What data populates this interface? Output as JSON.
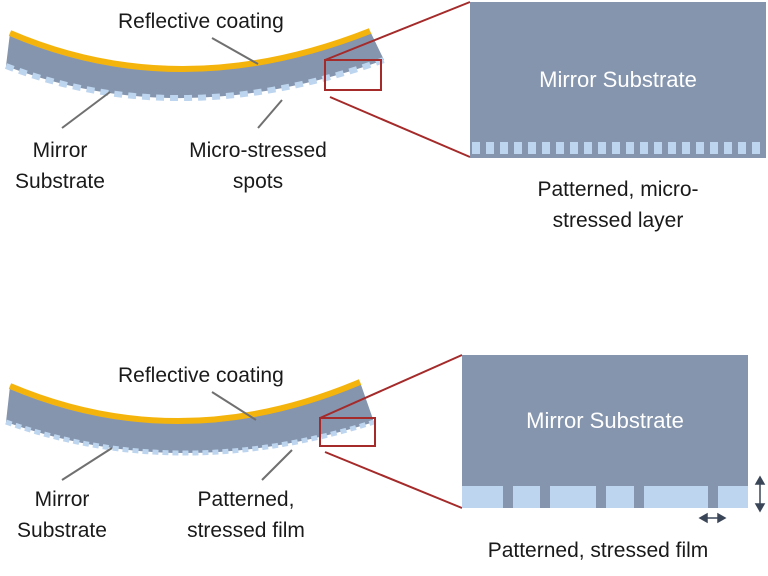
{
  "top_panel": {
    "coating_label": "Reflective coating",
    "substrate_label_line1": "Mirror",
    "substrate_label_line2": "Substrate",
    "spots_label_line1": "Micro-stressed",
    "spots_label_line2": "spots",
    "zoom_title": "Mirror Substrate",
    "zoom_caption_line1": "Patterned, micro-",
    "zoom_caption_line2": "stressed layer"
  },
  "bottom_panel": {
    "coating_label": "Reflective coating",
    "substrate_label_line1": "Mirror",
    "substrate_label_line2": "Substrate",
    "film_label_line1": "Patterned,",
    "film_label_line2": "stressed film",
    "zoom_title": "Mirror Substrate",
    "zoom_caption": "Patterned, stressed film"
  },
  "colors": {
    "substrate": "#8595AE",
    "coating": "#F5B40C",
    "stressed_layer": "#BDD5EE",
    "zoom_outline": "#A52A2A",
    "leader_line": "#707070",
    "text": "#1a1a1a"
  }
}
